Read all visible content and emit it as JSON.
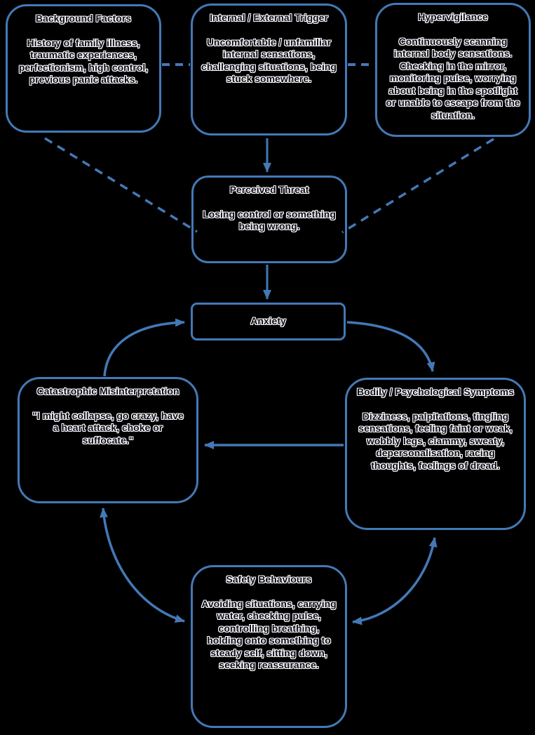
{
  "diagram": {
    "title_implicit": "Panic cycle diagram",
    "accent_color": "#4379b7",
    "background_color": "#000000",
    "text_color": "#0c0c1a",
    "text_halo_color": "#ffffff",
    "nodes": {
      "background_factors": {
        "title": "Background Factors",
        "body": "History of family illness, traumatic experiences, perfectionism, high control, previous panic attacks."
      },
      "internal_external_trigger": {
        "title": "Internal / External Trigger",
        "body": "Uncomfortable / unfamiliar internal sensations, challenging situations, being stuck somewhere."
      },
      "hypervigilance": {
        "title": "Hypervigilance",
        "body": "Continuously scanning internal body sensations. Checking in the mirror, monitoring pulse, worrying about being in the spotlight or unable to escape from the situation."
      },
      "perceived_threat": {
        "title": "Perceived Threat",
        "body": "Losing control or something being wrong."
      },
      "anxiety": {
        "title": "Anxiety"
      },
      "catastrophic_misinterpretation": {
        "title": "Catastrophic Misinterpretation",
        "body": "\"I might collapse, go crazy, have a heart attack, choke or suffocate.\""
      },
      "bodily_psychological_symptoms": {
        "title": "Bodily / Psychological Symptoms",
        "body": "Dizziness, palpitations, tingling sensations, feeling faint or weak, wobbly legs, clammy, sweaty, depersonalisation, racing thoughts, feelings of dread."
      },
      "safety_behaviours": {
        "title": "Safety Behaviours",
        "body": "Avoiding situations, carrying water, checking pulse, controlling breathing, holding onto something to steady self, sitting down, seeking reassurance."
      }
    },
    "edges": [
      {
        "from": "Background Factors",
        "to": "Internal / External Trigger",
        "style": "dashed",
        "arrows": "none"
      },
      {
        "from": "Internal / External Trigger",
        "to": "Hypervigilance",
        "style": "dashed",
        "arrows": "none"
      },
      {
        "from": "Background Factors",
        "to": "Perceived Threat",
        "style": "dashed",
        "arrows": "none"
      },
      {
        "from": "Hypervigilance",
        "to": "Perceived Threat",
        "style": "dashed",
        "arrows": "none"
      },
      {
        "from": "Internal / External Trigger",
        "to": "Perceived Threat",
        "style": "solid",
        "arrows": "end"
      },
      {
        "from": "Perceived Threat",
        "to": "Anxiety",
        "style": "solid",
        "arrows": "end"
      },
      {
        "from": "Catastrophic Misinterpretation",
        "to": "Anxiety",
        "style": "solid-curved",
        "arrows": "end"
      },
      {
        "from": "Anxiety",
        "to": "Bodily / Psychological Symptoms",
        "style": "solid-curved",
        "arrows": "end"
      },
      {
        "from": "Bodily / Psychological Symptoms",
        "to": "Catastrophic Misinterpretation",
        "style": "solid",
        "arrows": "end"
      },
      {
        "from": "Catastrophic Misinterpretation",
        "to": "Safety Behaviours",
        "style": "solid-curved",
        "arrows": "both"
      },
      {
        "from": "Safety Behaviours",
        "to": "Bodily / Psychological Symptoms",
        "style": "solid-curved",
        "arrows": "both"
      }
    ]
  }
}
